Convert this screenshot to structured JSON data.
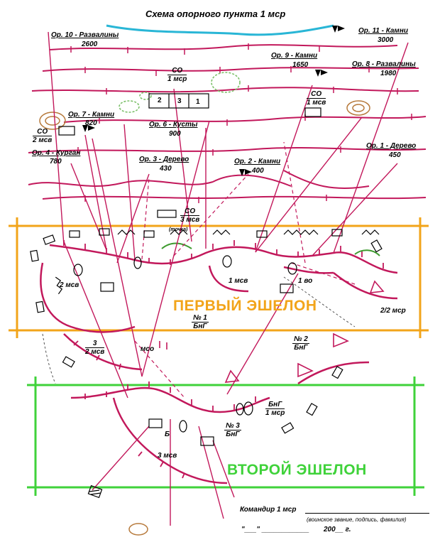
{
  "title": "Схема опорного пункта 1 мср",
  "echelons": {
    "first": "ПЕРВЫЙ ЭШЕЛОН",
    "second": "ВТОРОЙ ЭШЕЛОН",
    "first_color": "#f2a41a",
    "second_color": "#3fd23a"
  },
  "landmarks": {
    "or10": {
      "name": "Ор. 10 - Развалины",
      "dist": "2600"
    },
    "or11": {
      "name": "Ор. 11 - Камни",
      "dist": "3000"
    },
    "or9": {
      "name": "Ор. 9 - Камни",
      "dist": "1650"
    },
    "or8": {
      "name": "Ор. 8 - Развалины",
      "dist": "1980"
    },
    "or7": {
      "name": "Ор. 7 - Камни",
      "dist": "820"
    },
    "or6": {
      "name": "Ор. 6 - Кусты",
      "dist": "900"
    },
    "or4": {
      "name": "Ор. 4 - Курган",
      "dist": "780"
    },
    "or3": {
      "name": "Ор. 3 - Дерево",
      "dist": "430"
    },
    "or2": {
      "name": "Ор. 2 - Камни",
      "dist": "400"
    },
    "or1": {
      "name": "Ор. 1 - Дерево",
      "dist": "450"
    }
  },
  "units": {
    "co_1msr_top": "СО",
    "co_1msr_bottom": "1 мср",
    "co_1mse_top": "СО",
    "co_1mse_bottom": "1 мсв",
    "co_2mse_top": "СО",
    "co_2mse_bottom": "2 мсв",
    "co_3mse_top": "СО",
    "co_3mse_bottom": "3 мсв",
    "b3_2mse_top": "3",
    "b3_2mse_bottom": "2 мсв",
    "bng1_top": "№ 1",
    "bng1_bottom": "БнГ",
    "bng2_top": "№ 2",
    "bng2_bottom": "БнГ",
    "bng3_top": "№ 3",
    "bng3_bottom": "БнГ",
    "bng_1msr_top": "БнГ",
    "bng_1msr_bottom": "1 мср",
    "box1": "2",
    "box2": "3",
    "box3": "1",
    "pl_2mse": "2 мсв",
    "pl_1mse": "1 мсв",
    "pl_1vo": "1 во",
    "pl_3mse": "3 мсв",
    "pl_2_2msr": "2/2 мср",
    "mso": "мсо",
    "pl_b": "Б",
    "tochka": "(точка)"
  },
  "signature": {
    "commander": "Командир 1 мср",
    "caption": "(воинское звание, подпись, фамилия)",
    "date": "200__ г.",
    "date_prefix": "\"___\" ____________"
  },
  "colors": {
    "trench": "#c2185b",
    "enemy_line": "#d81b60",
    "river": "#29b6d6",
    "green_blob": "#7cc06a",
    "ink": "#000000"
  }
}
